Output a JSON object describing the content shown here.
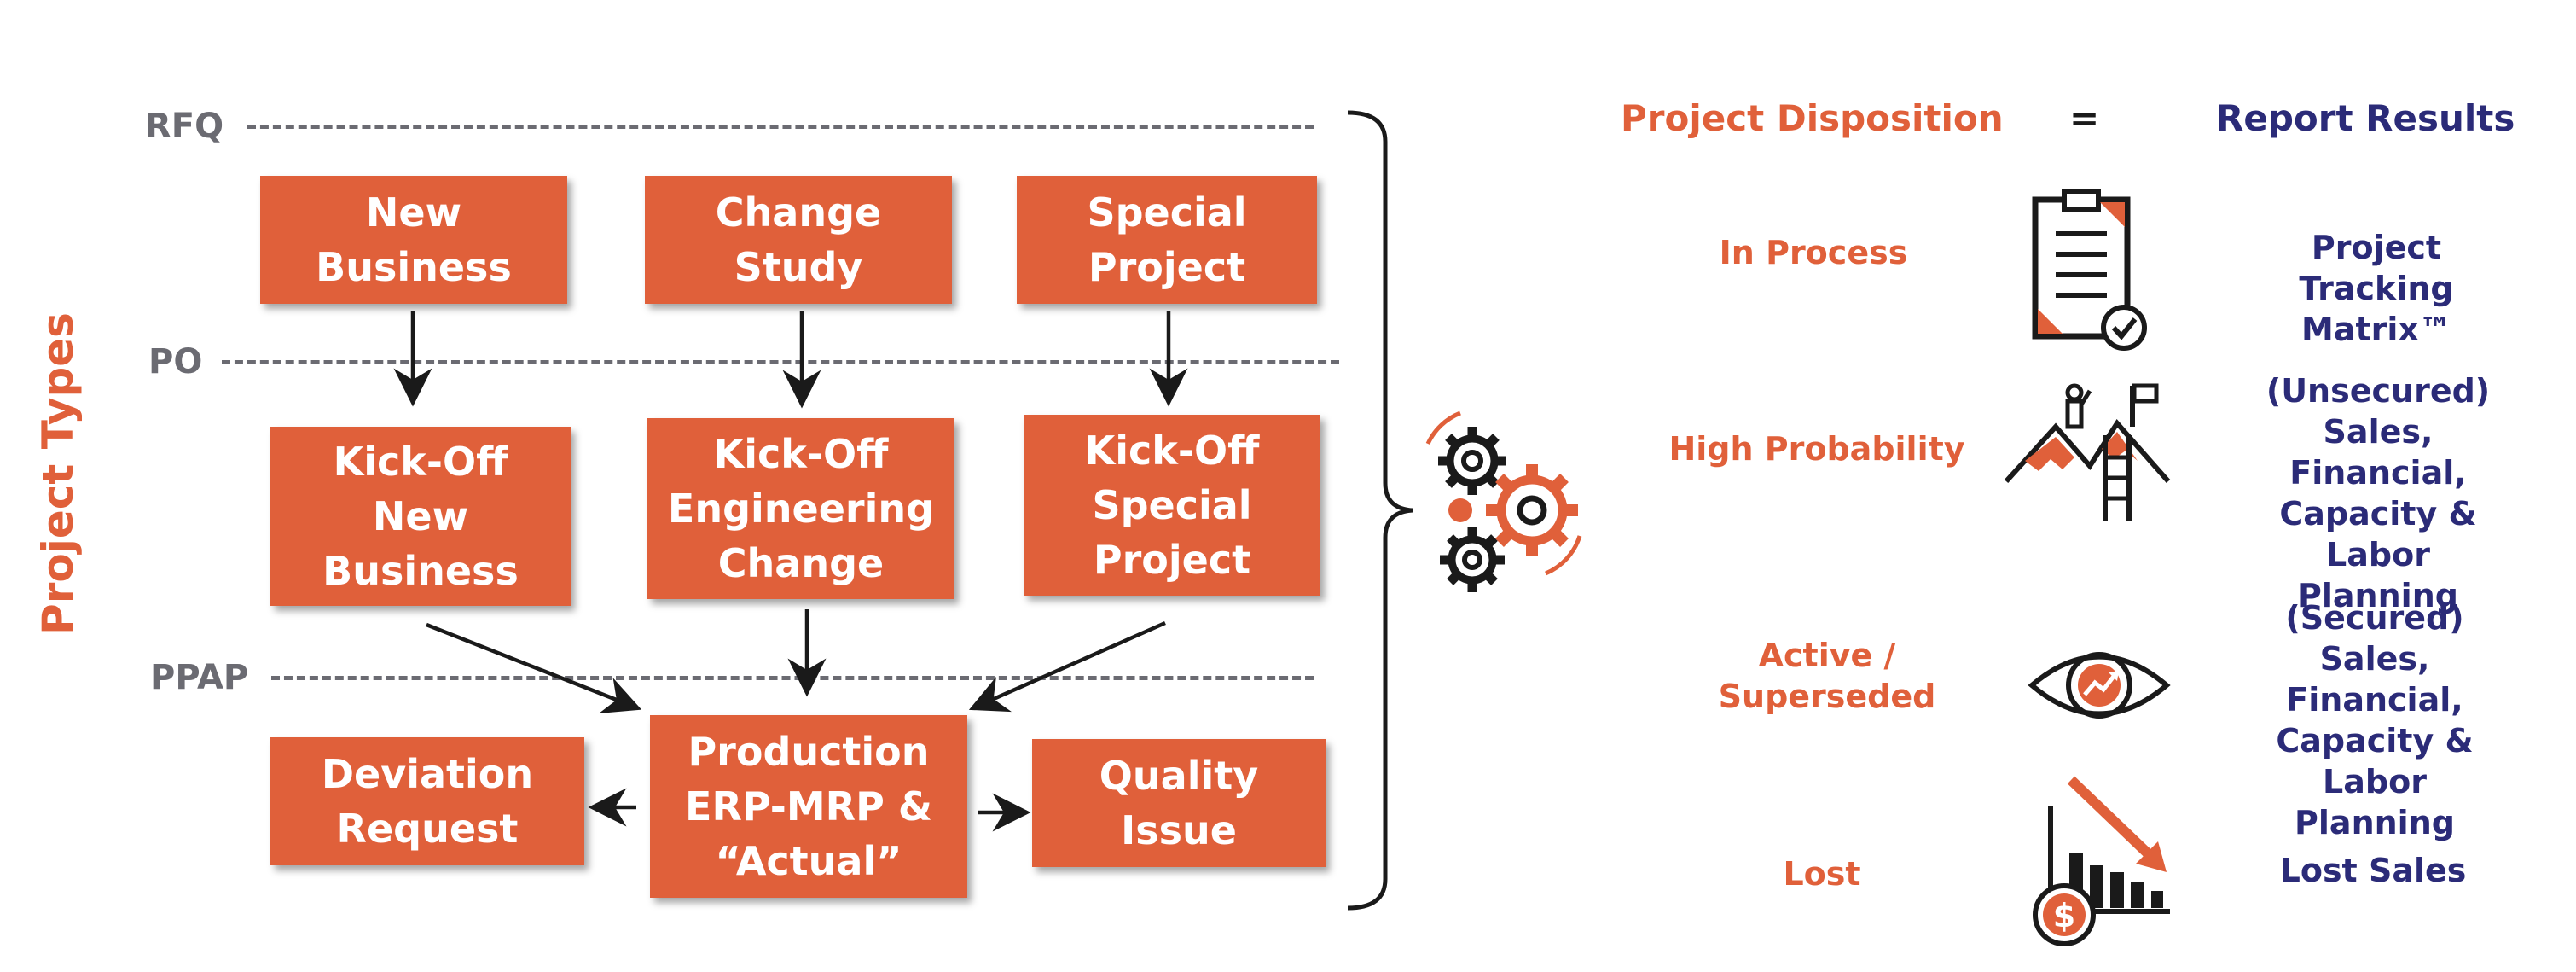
{
  "diagram": {
    "side_title": "Project Types",
    "levels": {
      "rfq": "RFQ",
      "po": "PO",
      "ppap": "PPAP"
    },
    "boxes": {
      "new_business": "New\nBusiness",
      "change_study": "Change\nStudy",
      "special_project": "Special\nProject",
      "kickoff_new_business": "Kick-Off\nNew\nBusiness",
      "kickoff_engineering_change": "Kick-Off\nEngineering\nChange",
      "kickoff_special_project": "Kick-Off\nSpecial\nProject",
      "deviation_request": "Deviation\nRequest",
      "production": "Production\nERP-MRP &\n“Actual”",
      "quality_issue": "Quality\nIssue"
    }
  },
  "summary": {
    "header_left": "Project Disposition",
    "header_equals": "=",
    "header_right": "Report Results",
    "rows": [
      {
        "disposition": "In Process",
        "result": "Project Tracking\nMatrix™",
        "icon": "clipboard-check-icon"
      },
      {
        "disposition": "High Probability",
        "result": "(Unsecured)\nSales, Financial,\nCapacity & Labor\nPlanning",
        "icon": "mountain-flag-icon"
      },
      {
        "disposition": "Active /\nSuperseded",
        "result": "(Secured)\nSales, Financial,\nCapacity & Labor\nPlanning",
        "icon": "eye-chart-icon"
      },
      {
        "disposition": "Lost",
        "result": "Lost Sales",
        "icon": "declining-chart-dollar-icon"
      }
    ]
  },
  "colors": {
    "accent": "#e0603a",
    "navy": "#2b2b78",
    "gray": "#6b6b72",
    "dark": "#1a1a1a"
  }
}
